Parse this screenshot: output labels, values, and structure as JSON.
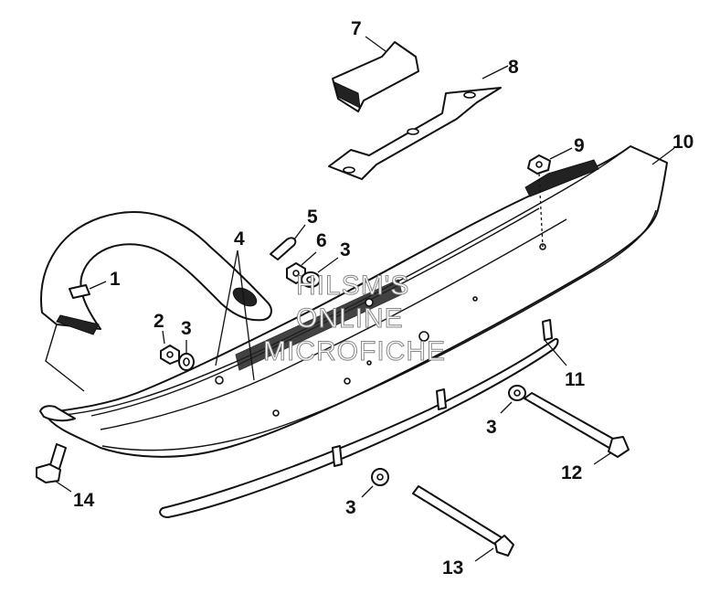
{
  "callouts": [
    {
      "id": "c1",
      "label": "1"
    },
    {
      "id": "c2",
      "label": "2"
    },
    {
      "id": "c3a",
      "label": "3"
    },
    {
      "id": "c4",
      "label": "4"
    },
    {
      "id": "c5",
      "label": "5"
    },
    {
      "id": "c6",
      "label": "6"
    },
    {
      "id": "c3b",
      "label": "3"
    },
    {
      "id": "c7",
      "label": "7"
    },
    {
      "id": "c8",
      "label": "8"
    },
    {
      "id": "c9",
      "label": "9"
    },
    {
      "id": "c10",
      "label": "10"
    },
    {
      "id": "c11",
      "label": "11"
    },
    {
      "id": "c3c",
      "label": "3"
    },
    {
      "id": "c12",
      "label": "12"
    },
    {
      "id": "c3d",
      "label": "3"
    },
    {
      "id": "c13",
      "label": "13"
    },
    {
      "id": "c14",
      "label": "14"
    }
  ],
  "watermark": {
    "line1": "HILSM'S",
    "line2": "ONLINE",
    "line3": "MICROFICHE"
  }
}
